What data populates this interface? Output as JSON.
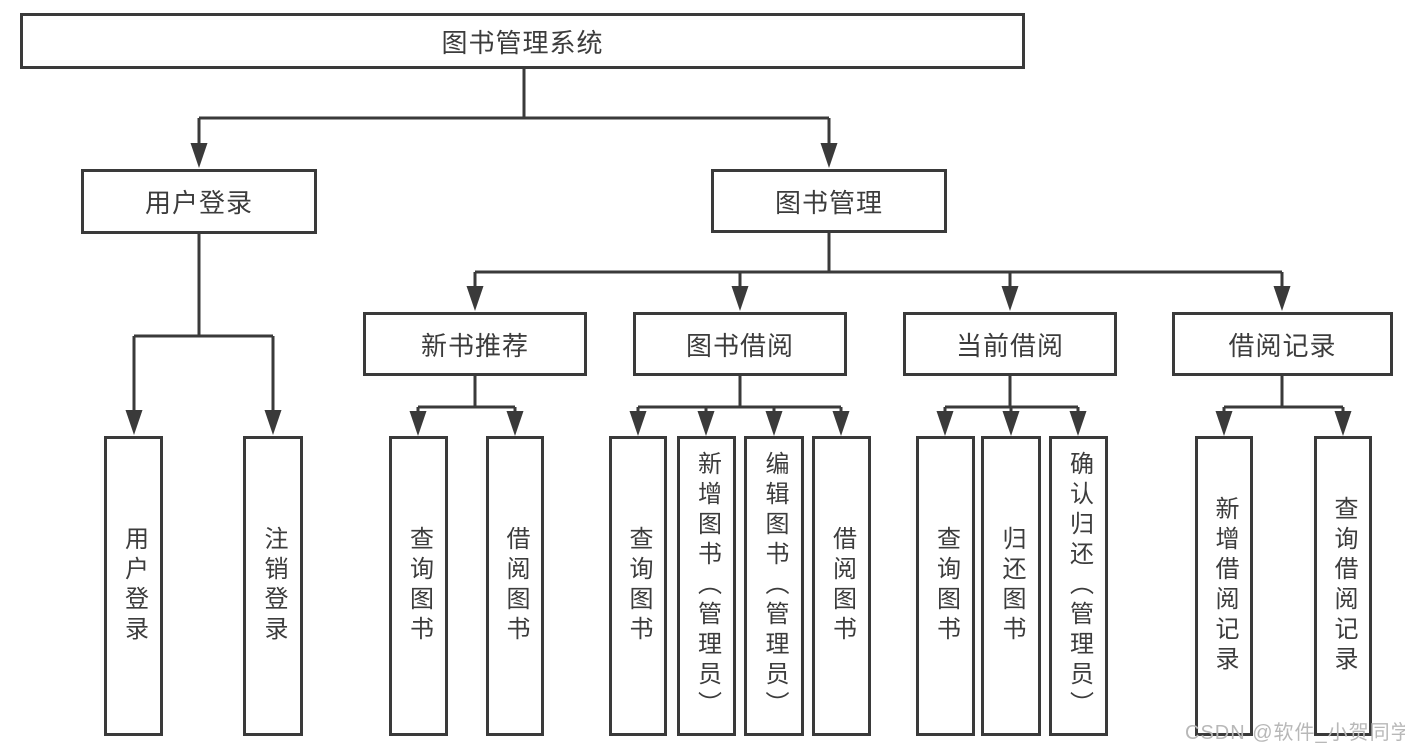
{
  "tree": {
    "label": "图书管理系统",
    "children": [
      {
        "label": "用户登录",
        "children": [
          {
            "label": "用户登录"
          },
          {
            "label": "注销登录"
          }
        ]
      },
      {
        "label": "图书管理",
        "children": [
          {
            "label": "新书推荐",
            "children": [
              {
                "label": "查询图书"
              },
              {
                "label": "借阅图书"
              }
            ]
          },
          {
            "label": "图书借阅",
            "children": [
              {
                "label": "查询图书"
              },
              {
                "label": "新增图书（管理员）"
              },
              {
                "label": "编辑图书（管理员）"
              },
              {
                "label": "借阅图书"
              }
            ]
          },
          {
            "label": "当前借阅",
            "children": [
              {
                "label": "查询图书"
              },
              {
                "label": "归还图书"
              },
              {
                "label": "确认归还（管理员）"
              }
            ]
          },
          {
            "label": "借阅记录",
            "children": [
              {
                "label": "新增借阅记录"
              },
              {
                "label": "查询借阅记录"
              }
            ]
          }
        ]
      }
    ]
  },
  "watermark": {
    "text": "CSDN @软件_小贺同学"
  },
  "colors": {
    "background": "#ffffff",
    "line": "#3a3a3a",
    "text": "#3c3c3c",
    "watermark": "#b8b8b8"
  }
}
